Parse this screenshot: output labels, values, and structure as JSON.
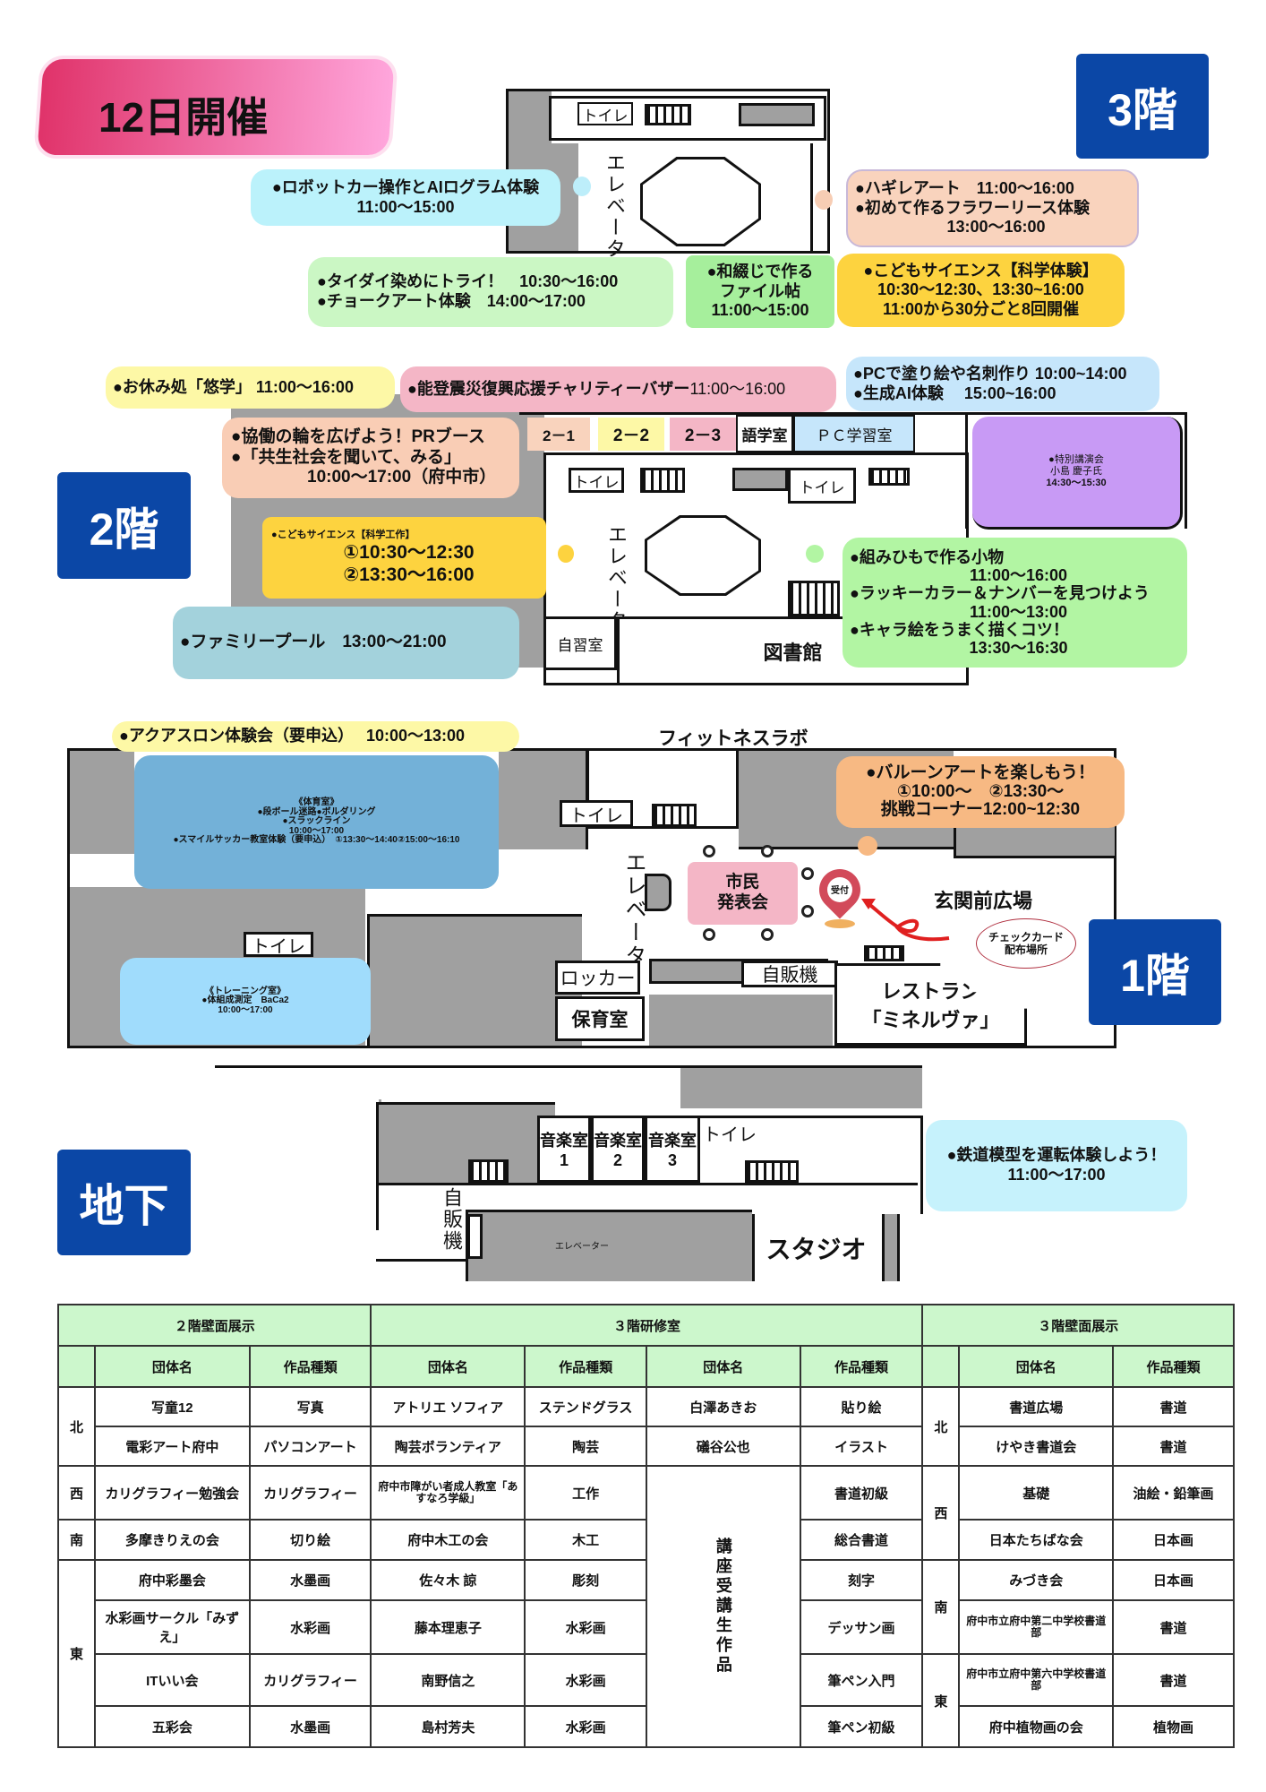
{
  "title": "12日開催",
  "colors": {
    "badge": "#0b47a6",
    "banner_start": "#e0336a",
    "banner_end": "#ffa6dc",
    "table_header": "#ccf7cc"
  },
  "f3": {
    "badge": "3階",
    "toilet": "トイレ",
    "elevator": "エレベータ",
    "robot": [
      "●ロボットカー操作とAIログラム体験",
      "11:00〜15:00"
    ],
    "hagire": [
      "●ハギレアート　11:00〜16:00",
      "●初めて作るフラワーリース体験",
      "13:00〜16:00"
    ],
    "taidai": [
      "●タイダイ染めにトライ！　10:30〜16:00",
      "●チョークアート体験　14:00〜17:00"
    ],
    "watoji": [
      "●和綴じで作る",
      "ファイル帖",
      "11:00〜15:00"
    ],
    "science": [
      "●こどもサイエンス【科学体験】",
      "10:30〜12:30、13:30~16:00",
      "11:00から30分ごと8回開催"
    ]
  },
  "f2": {
    "badge": "2階",
    "toilet": "トイレ",
    "elevator": "エレベータ",
    "rooms": [
      "2－1",
      "2－2",
      "2－3",
      "語学室",
      "ＰＣ学習室"
    ],
    "study": "自習室",
    "library": "図書館",
    "rest": "●お休み処「悠学」 11:00〜16:00",
    "noto": [
      "●能登震災復興応援チャリティーバザー",
      "11:00〜16:00"
    ],
    "pc": [
      "●PCで塗り絵や名刺作り 10:00~14:00",
      "●生成AI体験　 15:00~16:00"
    ],
    "pr": [
      "●協働の輪を広げよう！PRブース",
      "●「共生社会を聞いて、みる」",
      "10:00〜17:00（府中市）"
    ],
    "science": [
      "●こどもサイエンス【科学工作】",
      "①10:30〜12:30",
      "②13:30〜16:00"
    ],
    "pool": "●ファミリープール　13:00〜21:00",
    "lecture": [
      "●特別講演会",
      "小島 慶子氏",
      "14:30〜15:30"
    ],
    "kumihimo": [
      "●組みひもで作る小物",
      "11:00〜16:00",
      "●ラッキーカラー＆ナンバーを見つけよう",
      "11:00〜13:00",
      "●キャラ絵をうまく描くコツ！",
      "13:30〜16:30"
    ]
  },
  "f1": {
    "badge": "1階",
    "toilet": "トイレ",
    "toilet2": "トイレ",
    "elevator": "エレベータ",
    "aquathlon": "●アクアスロン体験会（要申込）　 10:00〜13:00",
    "fitness": "フィットネスラボ",
    "gym": [
      "《体育室》",
      "●段ボール迷路●ボルダリング",
      "●スラックライン",
      "10:00〜17:00",
      "●スマイルサッカー教室体験（要申込）　①13:30〜14:40②15:00〜16:10"
    ],
    "training": [
      "《トレーニング室》",
      "●体組成測定　BaCa2",
      "10:00〜17:00"
    ],
    "balloon": [
      "●バルーンアートを楽しもう！",
      "①10:00〜　②13:30〜",
      "挑戦コーナー12:00~12:30"
    ],
    "citizen": [
      "市民",
      "発表会"
    ],
    "reception": "受付",
    "plaza": "玄関前広場",
    "checkcard": [
      "チェックカード",
      "配布場所"
    ],
    "locker": "ロッカー",
    "nursery": "保育室",
    "vending": "自販機",
    "restaurant": [
      "レストラン",
      "「ミネルヴァ」"
    ]
  },
  "b1": {
    "badge": "地下",
    "music": [
      [
        "音楽室",
        "1"
      ],
      [
        "音楽室",
        "2"
      ],
      [
        "音楽室",
        "3"
      ]
    ],
    "toilet": "トイレ",
    "vending": "自販機",
    "elevator": "エレベーター",
    "studio": "スタジオ",
    "train": [
      "●鉄道模型を運転体験しよう！",
      "11:00〜17:00"
    ]
  },
  "table": {
    "sections": [
      "２階壁面展示",
      "３階研修室",
      "３階壁面展示"
    ],
    "col_group": "団体名",
    "col_type": "作品種類",
    "left_dirs": [
      "北",
      "西",
      "南",
      "東"
    ],
    "left": [
      [
        "写童12",
        "写真"
      ],
      [
        "電彩アート府中",
        "パソコンアート"
      ],
      [
        "カリグラフィー勉強会",
        "カリグラフィー"
      ],
      [
        "多摩きりえの会",
        "切り絵"
      ],
      [
        "府中彩墨会",
        "水墨画"
      ],
      [
        "水彩画サークル「みずえ」",
        "水彩画"
      ],
      [
        "ITいい会",
        "カリグラフィー"
      ],
      [
        "五彩会",
        "水墨画"
      ]
    ],
    "mid_a": [
      [
        "アトリエ ソフィア",
        "ステンドグラス"
      ],
      [
        "陶芸ボランティア",
        "陶芸"
      ],
      [
        "府中市障がい者成人教室「あすなろ学級」",
        "工作"
      ],
      [
        "府中木工の会",
        "木工"
      ],
      [
        "佐々木 諒",
        "彫刻"
      ],
      [
        "藤本理恵子",
        "水彩画"
      ],
      [
        "南野信之",
        "水彩画"
      ],
      [
        "島村芳夫",
        "水彩画"
      ]
    ],
    "mid_b": [
      [
        "白澤あきお",
        "貼り絵"
      ],
      [
        "礒谷公也",
        "イラスト"
      ]
    ],
    "mid_b_course": "講座受講生作品",
    "mid_b_types": [
      "書道初級",
      "総合書道",
      "刻字",
      "デッサン画",
      "筆ペン入門",
      "筆ペン初級"
    ],
    "right_dirs": [
      "北",
      "西",
      "南",
      "東"
    ],
    "right": [
      [
        "書道広場",
        "書道"
      ],
      [
        "けやき書道会",
        "書道"
      ],
      [
        "基礎",
        "油絵・鉛筆画"
      ],
      [
        "日本たちばな会",
        "日本画"
      ],
      [
        "みづき会",
        "日本画"
      ],
      [
        "府中市立府中第二中学校書道部",
        "書道"
      ],
      [
        "府中市立府中第六中学校書道部",
        "書道"
      ],
      [
        "府中植物画の会",
        "植物画"
      ]
    ]
  }
}
